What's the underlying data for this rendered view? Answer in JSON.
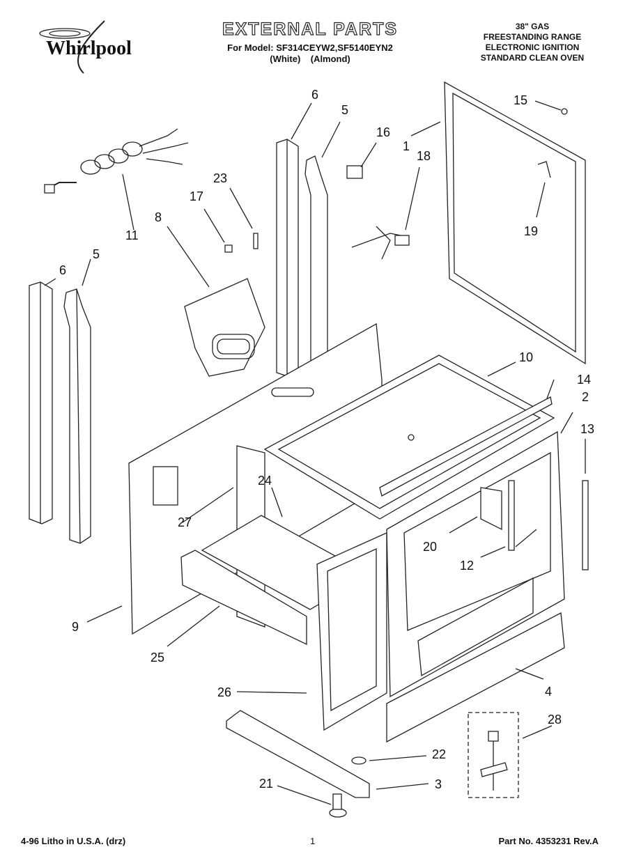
{
  "brand": "Whirlpool",
  "header": {
    "title": "EXTERNAL PARTS",
    "model_line": "For Model: SF314CEYW2,SF5140EYN2",
    "colors_line": "(White)    (Almond)",
    "spec_lines": [
      "38\" GAS",
      "FREESTANDING RANGE",
      "ELECTRONIC IGNITION",
      "STANDARD CLEAN OVEN"
    ]
  },
  "callouts": [
    "1",
    "2",
    "3",
    "4",
    "5",
    "5",
    "6",
    "6",
    "8",
    "9",
    "10",
    "11",
    "12",
    "13",
    "14",
    "15",
    "16",
    "17",
    "18",
    "19",
    "20",
    "21",
    "22",
    "23",
    "24",
    "25",
    "26",
    "27",
    "28"
  ],
  "footer": {
    "litho": "4-96 Litho in U.S.A. (drz)",
    "page": "1",
    "part_no": "Part No. 4353231 Rev.A"
  }
}
